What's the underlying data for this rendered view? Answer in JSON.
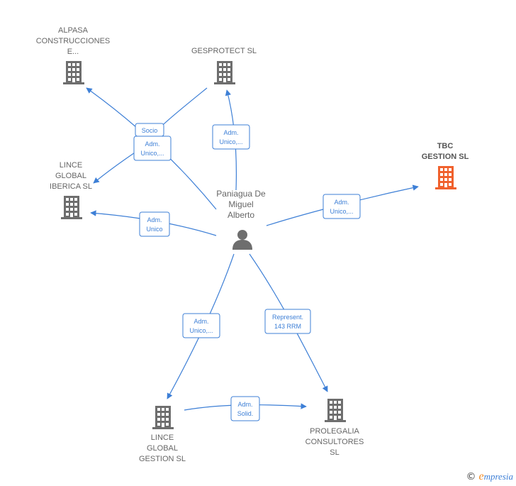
{
  "colors": {
    "edge": "#3d7fd6",
    "building": "#6e6e6e",
    "building_highlight": "#f0612d",
    "person": "#6e6e6e"
  },
  "center": {
    "label_lines": [
      "Paniagua De",
      "Miguel",
      "Alberto"
    ],
    "icon": "person-icon"
  },
  "companies": [
    {
      "id": "alpasa",
      "label_lines": [
        "ALPASA",
        "CONSTRUCCIONES",
        "E..."
      ],
      "icon": "building-icon",
      "highlight": false
    },
    {
      "id": "gesprotect",
      "label_lines": [
        "GESPROTECT SL"
      ],
      "icon": "building-icon",
      "highlight": false
    },
    {
      "id": "tbc",
      "label_lines": [
        "TBC",
        "GESTION  SL"
      ],
      "icon": "building-icon",
      "highlight": true
    },
    {
      "id": "lince-iberica",
      "label_lines": [
        "LINCE",
        "GLOBAL",
        "IBERICA  SL"
      ],
      "icon": "building-icon",
      "highlight": false
    },
    {
      "id": "lince-gestion",
      "label_lines": [
        "LINCE",
        "GLOBAL",
        "GESTION  SL"
      ],
      "icon": "building-icon",
      "highlight": false
    },
    {
      "id": "prolegalia",
      "label_lines": [
        "PROLEGALIA",
        "CONSULTORES",
        "SL"
      ],
      "icon": "building-icon",
      "highlight": false
    }
  ],
  "relations": [
    {
      "id": "rel-socio",
      "lines": [
        "Socio"
      ]
    },
    {
      "id": "rel-alpasa",
      "lines": [
        "Adm.",
        "Unico,..."
      ]
    },
    {
      "id": "rel-gesprotect",
      "lines": [
        "Adm.",
        "Unico,..."
      ]
    },
    {
      "id": "rel-tbc",
      "lines": [
        "Adm.",
        "Unico,..."
      ]
    },
    {
      "id": "rel-lince-iberica",
      "lines": [
        "Adm.",
        "Unico"
      ]
    },
    {
      "id": "rel-lince-gestion",
      "lines": [
        "Adm.",
        "Unico,..."
      ]
    },
    {
      "id": "rel-prolegalia",
      "lines": [
        "Represent.",
        "143 RRM"
      ]
    },
    {
      "id": "rel-solid",
      "lines": [
        "Adm.",
        "Solid."
      ]
    }
  ],
  "footer": {
    "copyright_symbol": "©",
    "brand_initial": "e",
    "brand_rest": "mpresia"
  }
}
